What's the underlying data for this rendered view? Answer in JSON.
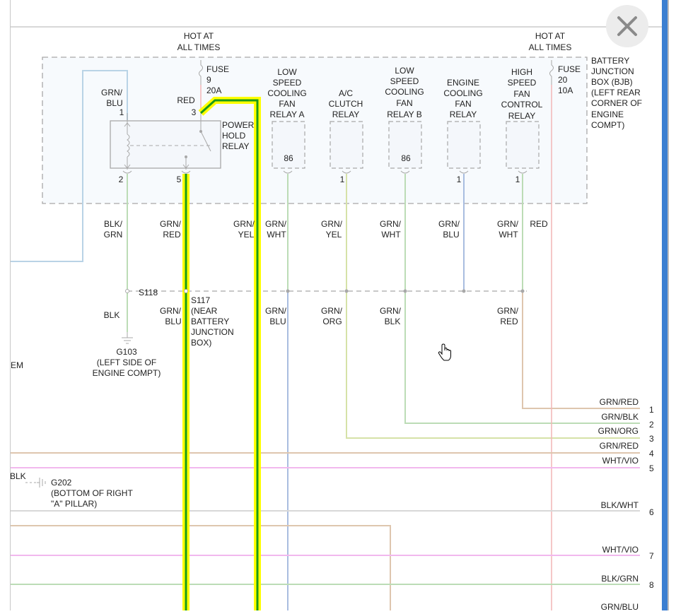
{
  "colors": {
    "highlight": "#ffff00",
    "highlight_core": "#1a9a1a",
    "module_border": "#a8a8a8",
    "wire_blu": "#a9bde0",
    "wire_grn": "#bcdcb6",
    "wire_yel": "#d6e2a8",
    "wire_red": "#f2b6b6",
    "wire_vio": "#f2b8ee",
    "wire_wht": "#d8d8d8",
    "wire_orange": "#dec6ae",
    "wire_lightblue": "#b9d3e6"
  },
  "icons": {
    "close": "close-icon",
    "cursor": "hand-pointer-icon",
    "ground": "ground-symbol-icon"
  },
  "labels": {
    "hot_left_1": "HOT AT",
    "hot_left_2": "ALL TIMES",
    "hot_right_1": "HOT AT",
    "hot_right_2": "ALL TIMES",
    "fuse9_1": "FUSE",
    "fuse9_2": "9",
    "fuse9_3": "20A",
    "fuse20_1": "FUSE",
    "fuse20_2": "20",
    "fuse20_3": "10A",
    "bjb": [
      "BATTERY",
      "JUNCTION",
      "BOX (BJB)",
      "(LEFT REAR",
      "CORNER OF",
      "ENGINE",
      "COMPT)"
    ],
    "phr_pin1_wire_1": "GRN/",
    "phr_pin1_wire_2": "BLU",
    "phr_pin1": "1",
    "phr_pin3_wire": "RED",
    "phr_pin3": "3",
    "phr_name": [
      "POWER",
      "HOLD",
      "RELAY"
    ],
    "phr_pin2": "2",
    "phr_pin5": "5",
    "relay_lsa": [
      "LOW",
      "SPEED",
      "COOLING",
      "FAN",
      "RELAY A"
    ],
    "relay_ac": [
      "A/C",
      "CLUTCH",
      "RELAY"
    ],
    "relay_lsb": [
      "LOW",
      "SPEED",
      "COOLING",
      "FAN",
      "RELAY B"
    ],
    "relay_ecf": [
      "ENGINE",
      "COOLING",
      "FAN",
      "RELAY"
    ],
    "relay_hsf": [
      "HIGH",
      "SPEED",
      "FAN",
      "CONTROL",
      "RELAY"
    ],
    "pin_lsa": "86",
    "pin_ac": "1",
    "pin_lsb": "86",
    "pin_ecf": "1",
    "pin_hsf": "1",
    "w_blkgrn_1": "BLK/",
    "w_blkgrn_2": "GRN",
    "w_grnred_1": "GRN/",
    "w_grnred_2": "RED",
    "w_grnyel_1": "GRN/",
    "w_grnyel_2": "YEL",
    "w_grnwht_lsa_1": "GRN/",
    "w_grnwht_lsa_2": "WHT",
    "w_grnyel_ac_1": "GRN/",
    "w_grnyel_ac_2": "YEL",
    "w_grnwht_lsb_1": "GRN/",
    "w_grnwht_lsb_2": "WHT",
    "w_grnblu_ecf_1": "GRN/",
    "w_grnblu_ecf_2": "BLU",
    "w_grnwht_hsf_1": "GRN/",
    "w_grnwht_hsf_2": "WHT",
    "w_red_right": "RED",
    "s118": "S118",
    "s117": [
      "S117",
      "(NEAR",
      "BATTERY",
      "JUNCTION",
      "BOX)"
    ],
    "w_blk": "BLK",
    "w_grnblu_5_1": "GRN/",
    "w_grnblu_5_2": "BLU",
    "w_grnblu_lsa_1": "GRN/",
    "w_grnblu_lsa_2": "BLU",
    "w_grnorg_1": "GRN/",
    "w_grnorg_2": "ORG",
    "w_grnblk_1": "GRN/",
    "w_grnblk_2": "BLK",
    "w_grnred_hsf_1": "GRN/",
    "w_grnred_hsf_2": "RED",
    "g103": [
      "G103",
      "(LEFT SIDE OF",
      "ENGINE COMPT)"
    ],
    "left_em": "EM",
    "left_blk": "BLK",
    "g202": [
      "G202",
      "(BOTTOM OF RIGHT",
      "\"A\" PILLAR)"
    ]
  },
  "connector_rows": [
    {
      "label": "GRN/RED",
      "pin": "1"
    },
    {
      "label": "GRN/BLK",
      "pin": "2"
    },
    {
      "label": "GRN/ORG",
      "pin": "3"
    },
    {
      "label": "GRN/RED",
      "pin": "4"
    },
    {
      "label": "WHT/VIO",
      "pin": "5"
    },
    {
      "label": "BLK/WHT",
      "pin": "6"
    },
    {
      "label": "WHT/VIO",
      "pin": "7"
    },
    {
      "label": "BLK/GRN",
      "pin": "8"
    },
    {
      "label": "GRN/BLU",
      "pin": ""
    }
  ]
}
